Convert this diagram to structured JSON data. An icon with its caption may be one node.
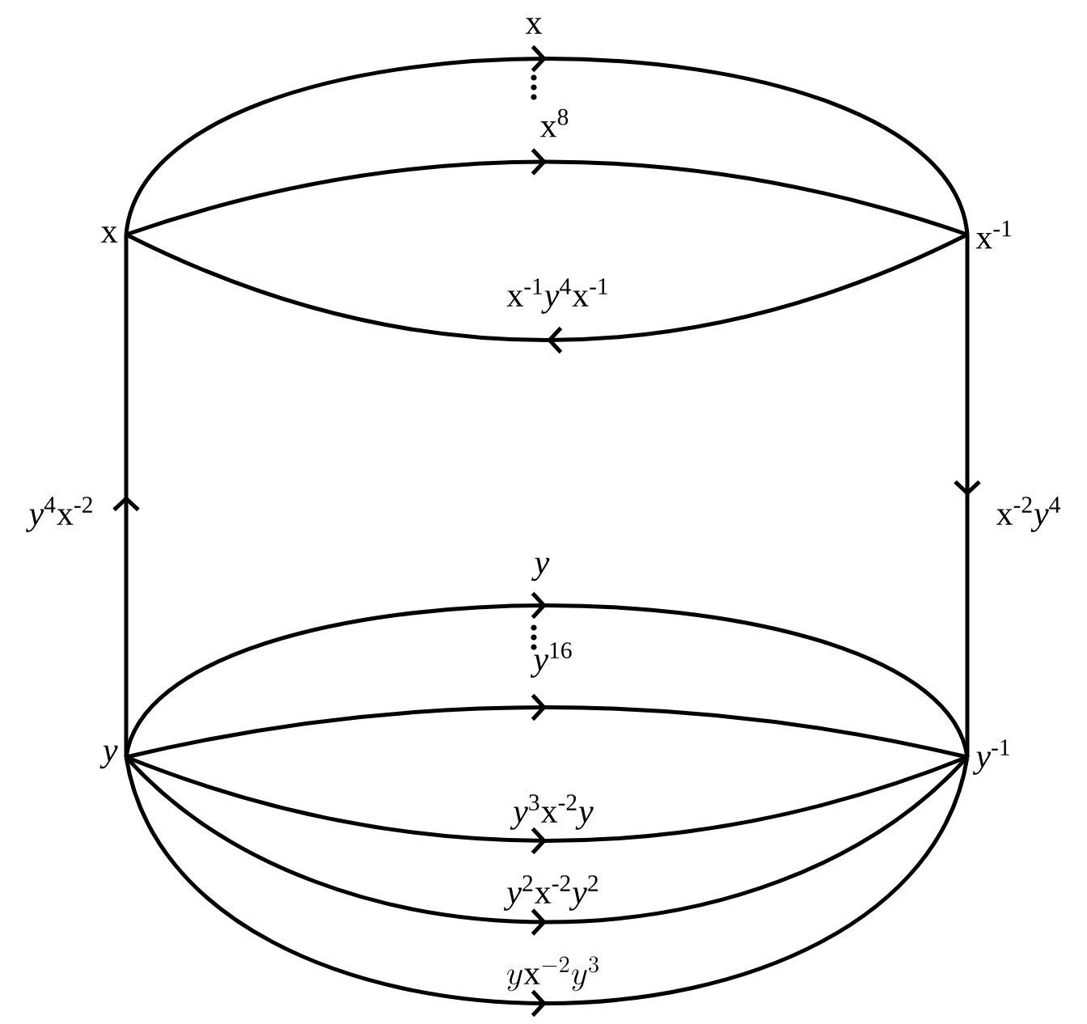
{
  "diagram": {
    "nodes": [
      {
        "text": [
          "x"
        ]
      },
      {
        "text": [
          "x$^{-1}$"
        ]
      },
      {
        "text": [
          "y"
        ]
      },
      {
        "text": [
          "*y*$^{-1}$"
        ]
      }
    ],
    "edges": [
      {
        "from": 0,
        "to": 1,
        "arrow": "to",
        "label": "x"
      },
      {
        "from": 0,
        "to": 1,
        "arrow": "to",
        "label": "x$^{8}$"
      },
      {
        "from": 1,
        "to": 0,
        "arrow": "to",
        "label": "x$^{-1}$*y*$^{4}$x$^{-1}$"
      },
      {
        "from": 2,
        "to": 0,
        "arrow": "to",
        "label": "*y*$^{4}$x$^{-2}$"
      },
      {
        "from": 1,
        "to": 3,
        "arrow": "to",
        "label": "x$^{-2}$*y*$^{4}$"
      },
      {
        "from": 2,
        "to": 3,
        "arrow": "to",
        "label": "y"
      },
      {
        "from": 2,
        "to": 3,
        "arrow": "to",
        "label": "*y*$^{16}$"
      },
      {
        "from": 2,
        "to": 3,
        "arrow": "to",
        "label": "*y*$^{3}$x$^{-2}$*y*"
      },
      {
        "from": 2,
        "to": 3,
        "arrow": "to",
        "label": "*y*$^{2}$x$^{-2}$*y*$^{2}$"
      },
      {
        "from": 2,
        "to": 3,
        "arrow": "to",
        "label": "y\\mathrm{x}^{-2}y^{3}"
      }
    ]
  }
}
